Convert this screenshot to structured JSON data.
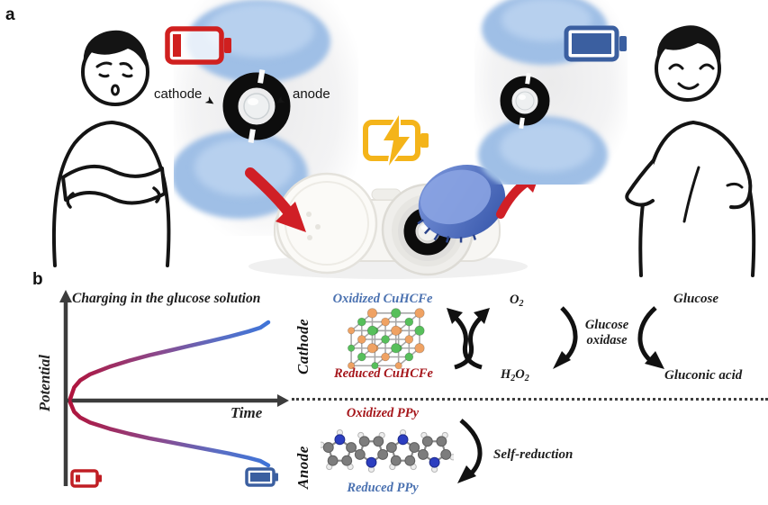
{
  "panels": {
    "a_label": "a",
    "b_label": "b"
  },
  "panel_a": {
    "cathode_label": "cathode",
    "anode_label": "anode",
    "pointer_glyph": "➤",
    "icons": {
      "battery_low": "battery-low-icon",
      "battery_charging": "battery-charging-icon",
      "battery_full": "battery-full-icon"
    },
    "colors": {
      "battery_low": "#d0201f",
      "battery_charging": "#f4b41a",
      "battery_full": "#3b5fa0",
      "transfer_arrow": "#d01f26",
      "lens_blue": "#9fbfe6"
    }
  },
  "chart_data": {
    "type": "line",
    "title": "Charging in the glucose solution",
    "xlabel": "Time",
    "ylabel": "Potential",
    "grid": false,
    "x_range": [
      0,
      1
    ],
    "y_range": [
      -1,
      1
    ],
    "x": [
      0,
      0.02,
      0.05,
      0.1,
      0.2,
      0.3,
      0.4,
      0.5,
      0.6,
      0.7,
      0.8,
      0.9,
      0.96,
      1
    ],
    "series": [
      {
        "name": "Cathode potential (rises during charging)",
        "values": [
          0,
          0.15,
          0.24,
          0.32,
          0.42,
          0.5,
          0.57,
          0.63,
          0.69,
          0.75,
          0.81,
          0.88,
          0.93,
          1
        ],
        "gradient": [
          "#b0143c",
          "#8a4a8e",
          "#3f74d8"
        ]
      },
      {
        "name": "Anode potential (falls during charging)",
        "values": [
          0,
          -0.15,
          -0.24,
          -0.32,
          -0.42,
          -0.5,
          -0.57,
          -0.63,
          -0.69,
          -0.75,
          -0.81,
          -0.88,
          -0.93,
          -1
        ],
        "gradient": [
          "#b0143c",
          "#8a4a8e",
          "#3f74d8"
        ]
      }
    ],
    "annotations": [
      "battery-low icon at start of charging (bottom left)",
      "battery-full icon at end of charging (bottom right)"
    ]
  },
  "cathode_section": {
    "side_label": "Cathode",
    "oxidized_label": "Oxidized CuHCFe",
    "reduced_label": "Reduced CuHCFe",
    "oxidized_color": "#4a71b0",
    "reduced_color": "#a6171c",
    "oxidant": {
      "text": "O₂",
      "base": "O",
      "sub": "2"
    },
    "product": {
      "text": "H₂O₂",
      "p1": "H",
      "s1": "2",
      "p2": "O",
      "s2": "2"
    },
    "enzyme": "Glucose oxidase",
    "substrate": "Glucose",
    "substrate_product": "Gluconic acid",
    "crystal_atom_colors": [
      "#efa263",
      "#57bf5b"
    ],
    "crystal_bond_color": "#a8a8a8"
  },
  "anode_section": {
    "side_label": "Anode",
    "oxidized_label": "Oxidized PPy",
    "reduced_label": "Reduced PPy",
    "oxidized_color": "#a6171c",
    "reduced_color": "#4a71b0",
    "reaction_label": "Self-reduction",
    "molecule_colors": {
      "carbon": "#7d7d7d",
      "nitrogen": "#2c3ec0",
      "hydrogen": "#ececec",
      "bond": "#8a8a8a"
    }
  }
}
